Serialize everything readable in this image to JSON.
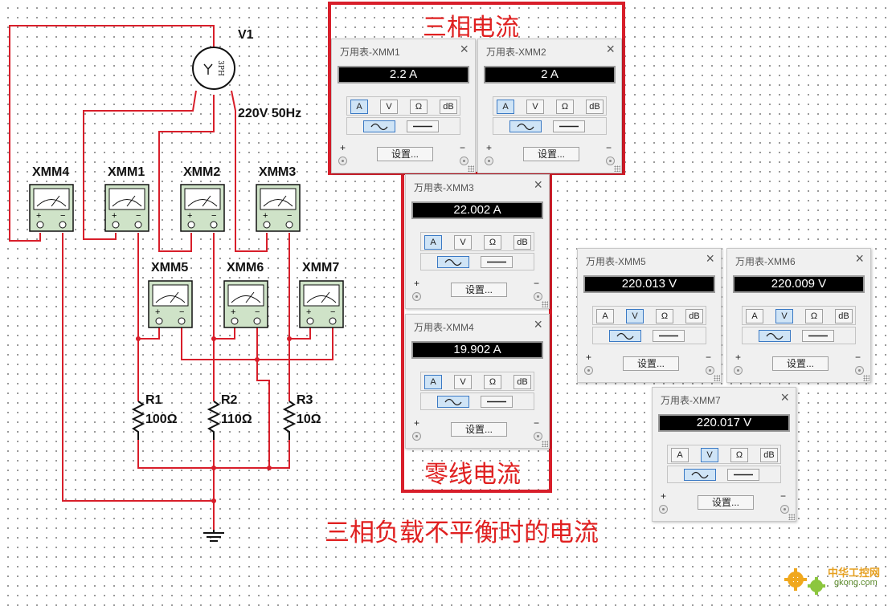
{
  "titles": {
    "three_phase_current": "三相电流",
    "neutral_current": "零线电流",
    "caption": "三相负载不平衡时的电流"
  },
  "source": {
    "name": "V1",
    "spec": "220V 50Hz",
    "symbol_text": "3PH"
  },
  "meters_schematic": [
    "XMM4",
    "XMM1",
    "XMM2",
    "XMM3",
    "XMM5",
    "XMM6",
    "XMM7"
  ],
  "resistors": [
    {
      "name": "R1",
      "value": "100Ω"
    },
    {
      "name": "R2",
      "value": "110Ω"
    },
    {
      "name": "R3",
      "value": "10Ω"
    }
  ],
  "meter_panels": [
    {
      "id": "xmm1",
      "title": "万用表-XMM1",
      "reading": "2.2 A",
      "mode": "A"
    },
    {
      "id": "xmm2",
      "title": "万用表-XMM2",
      "reading": "2 A",
      "mode": "A"
    },
    {
      "id": "xmm3",
      "title": "万用表-XMM3",
      "reading": "22.002 A",
      "mode": "A"
    },
    {
      "id": "xmm4",
      "title": "万用表-XMM4",
      "reading": "19.902 A",
      "mode": "A"
    },
    {
      "id": "xmm5",
      "title": "万用表-XMM5",
      "reading": "220.013 V",
      "mode": "V"
    },
    {
      "id": "xmm6",
      "title": "万用表-XMM6",
      "reading": "220.009 V",
      "mode": "V"
    },
    {
      "id": "xmm7",
      "title": "万用表-XMM7",
      "reading": "220.017 V",
      "mode": "V"
    }
  ],
  "meter_ui": {
    "mode_buttons": [
      "A",
      "V",
      "Ω",
      "dB"
    ],
    "settings_label": "设置...",
    "plus_label": "+",
    "minus_label": "−",
    "close_label": "×"
  },
  "watermark": {
    "cn": "中华工控网",
    "url": "gkong.com"
  },
  "colors": {
    "wire": "#d81e2a",
    "frame": "#d81e2a",
    "title": "#e02020",
    "active_button": "#cfe4f6"
  }
}
